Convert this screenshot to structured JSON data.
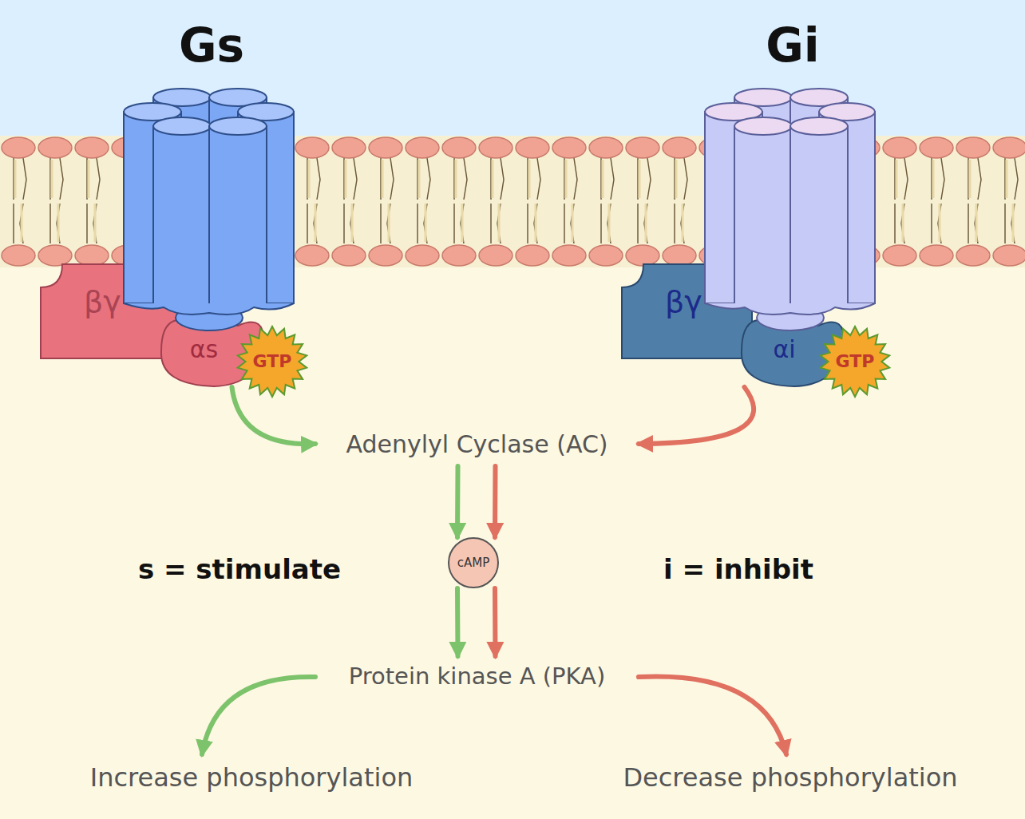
{
  "diagram": {
    "nodes": [
      {
        "text": [
          "Gs"
        ]
      },
      {
        "text": [
          "βγ"
        ]
      },
      {
        "text": [
          "αs"
        ]
      },
      {
        "text": [
          "GTP"
        ]
      },
      {
        "text": [
          "Gi"
        ]
      },
      {
        "text": [
          "βγ"
        ]
      },
      {
        "text": [
          "αi"
        ]
      },
      {
        "text": [
          "GTP"
        ]
      },
      {
        "text": [
          "Adenylyl Cyclase (AC)"
        ]
      },
      {
        "text": [
          "cAMP"
        ]
      },
      {
        "text": [
          "Protein kinase A (PKA)"
        ]
      },
      {
        "text": [
          "Increase phosphorylation"
        ]
      },
      {
        "text": [
          "Decrease phosphorylation"
        ]
      }
    ],
    "edges": [
      {
        "from": 2,
        "to": 8,
        "arrow": "to"
      },
      {
        "from": 6,
        "to": 8,
        "arrow": "to"
      },
      {
        "from": 8,
        "to": 9,
        "arrow": "to"
      },
      {
        "from": 8,
        "to": 9,
        "arrow": "to"
      },
      {
        "from": 9,
        "to": 10,
        "arrow": "to"
      },
      {
        "from": 9,
        "to": 10,
        "arrow": "to"
      },
      {
        "from": 10,
        "to": 11,
        "arrow": "to"
      },
      {
        "from": 10,
        "to": 12,
        "arrow": "to"
      }
    ],
    "labels": [
      "s = stimulate",
      "i = inhibit"
    ]
  }
}
